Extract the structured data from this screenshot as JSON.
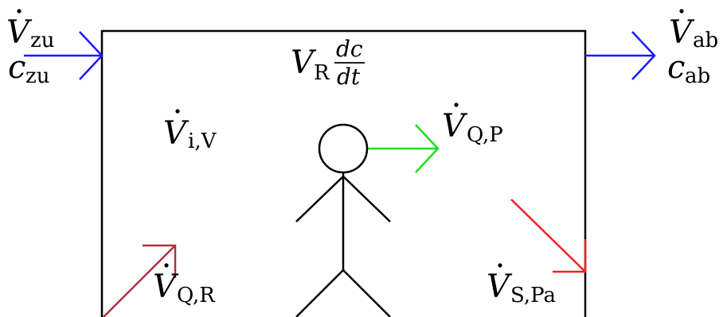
{
  "labels": {
    "v_zu": {
      "main": "V",
      "sub": "zu"
    },
    "c_zu": {
      "main": "c",
      "sub": "zu"
    },
    "v_ab": {
      "main": "V",
      "sub": "ab"
    },
    "c_ab": {
      "main": "c",
      "sub": "ab"
    },
    "v_r": {
      "main": "V",
      "sub": "R",
      "num": "dc",
      "den": "dt"
    },
    "v_iv": {
      "main": "V",
      "sub": "i,V"
    },
    "v_qp": {
      "main": "V",
      "sub": "Q,P"
    },
    "v_qr": {
      "main": "V",
      "sub": "Q,R"
    },
    "v_spa": {
      "main": "V",
      "sub": "S,Pa"
    }
  },
  "colors": {
    "inflow": "#1a1aff",
    "outflow": "#1a1aff",
    "person_emission": "#22dd22",
    "room_source": "#b0303a",
    "sink": "#ee2222",
    "stroke": "#000000"
  }
}
